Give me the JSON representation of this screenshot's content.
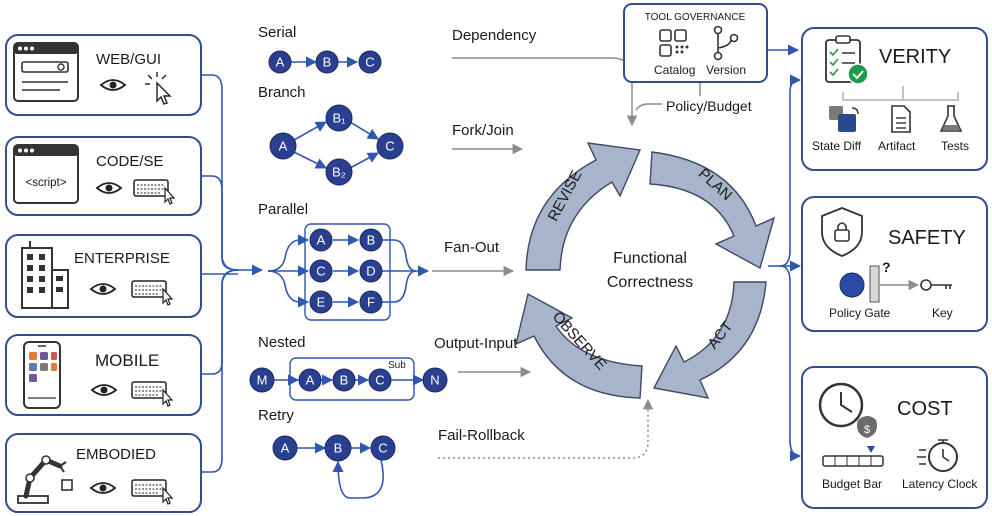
{
  "domains": [
    {
      "id": "web",
      "label": "WEB/GUI"
    },
    {
      "id": "code",
      "label": "CODE/SE"
    },
    {
      "id": "enterprise",
      "label": "ENTERPRISE"
    },
    {
      "id": "mobile",
      "label": "MOBILE"
    },
    {
      "id": "embodied",
      "label": "EMBODIED"
    }
  ],
  "script_tag": "<script>",
  "patterns": {
    "serial": {
      "title": "Serial",
      "nodes": [
        "A",
        "B",
        "C"
      ]
    },
    "branch": {
      "title": "Branch",
      "nodes": [
        "A",
        "B₁",
        "B₂",
        "C"
      ]
    },
    "parallel": {
      "title": "Parallel",
      "nodes": [
        "A",
        "B",
        "C",
        "D",
        "E",
        "F"
      ]
    },
    "nested": {
      "title": "Nested",
      "sub_label": "Sub",
      "nodes": [
        "M",
        "A",
        "B",
        "C",
        "N"
      ]
    },
    "retry": {
      "title": "Retry",
      "nodes": [
        "A",
        "B",
        "C"
      ]
    }
  },
  "edges": {
    "dependency": "Dependency",
    "policy_budget": "Policy/Budget",
    "fork_join": "Fork/Join",
    "fan_out": "Fan-Out",
    "output_input": "Output-Input",
    "fail_rollback": "Fail-Rollback"
  },
  "cycle": {
    "plan": "PLAN",
    "act": "ACT",
    "observe": "OBSERVE",
    "revise": "REVISE",
    "center_line1": "Functional",
    "center_line2": "Correctness"
  },
  "tool_governance": {
    "title": "TOOL GOVERNANCE",
    "catalog": "Catalog",
    "version": "Version"
  },
  "verity": {
    "title": "VERITY",
    "state_diff": "State Diff",
    "artifact": "Artifact",
    "tests": "Tests"
  },
  "safety": {
    "title": "SAFETY",
    "policy_gate": "Policy Gate",
    "key": "Key",
    "question": "?"
  },
  "cost": {
    "title": "COST",
    "budget_bar": "Budget Bar",
    "latency_clock": "Latency Clock",
    "money": "$"
  },
  "colors": {
    "node": "#2a3f8f",
    "arrow": "#2f56b0",
    "cycle": "#a7b4c9",
    "panel_border": "#2f4f8f",
    "check": "#1e9c4a"
  }
}
